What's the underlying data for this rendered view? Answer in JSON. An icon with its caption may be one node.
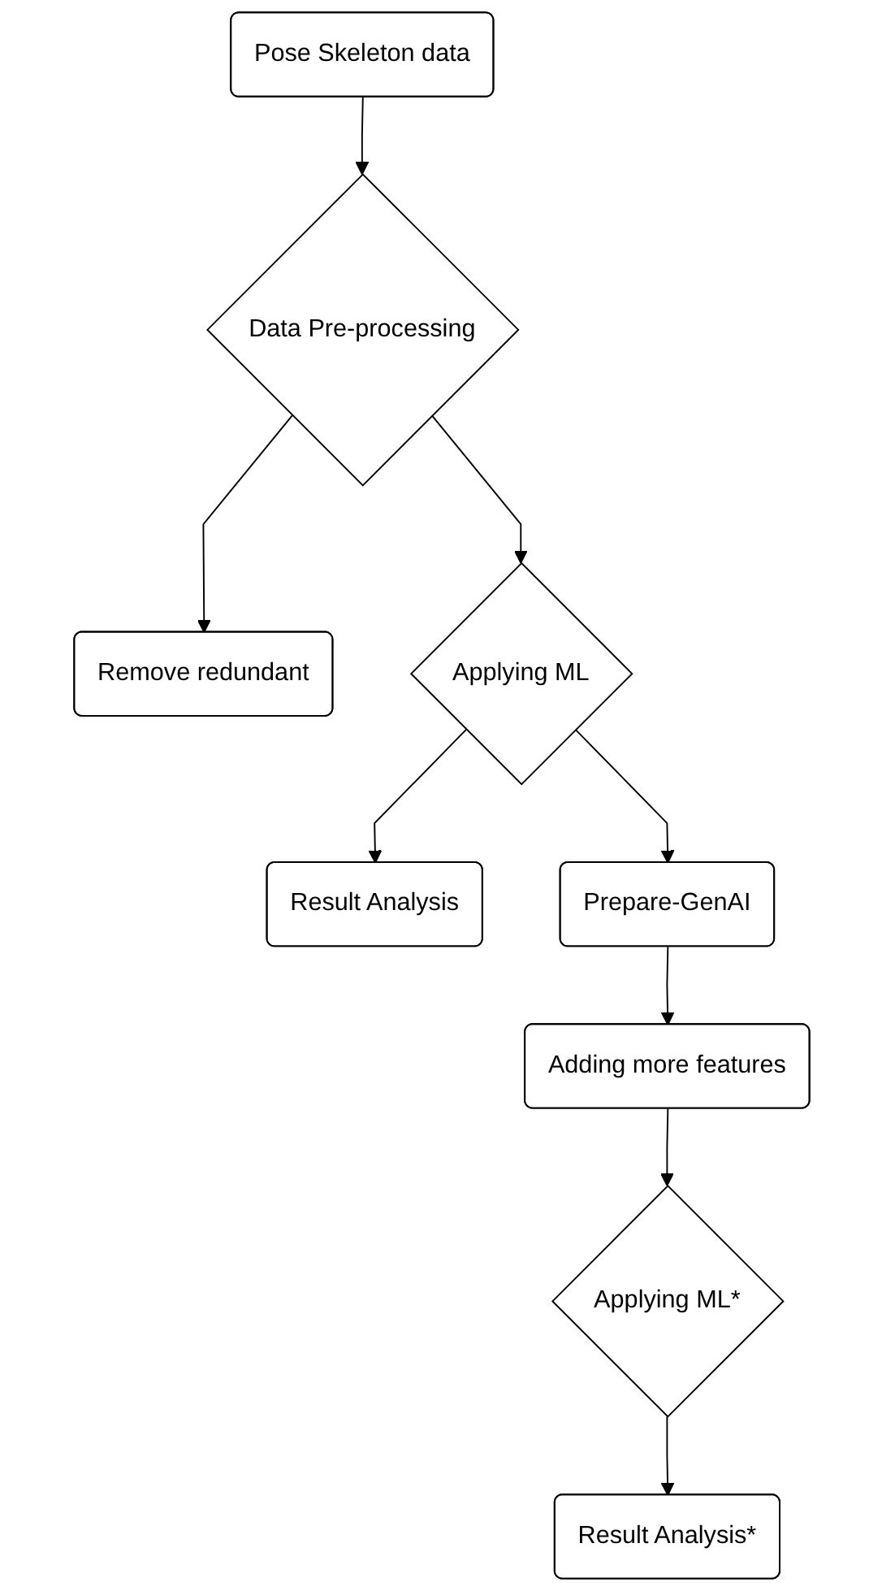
{
  "diagram": {
    "nodes": [
      {
        "text": [
          "Pose Skeleton data"
        ]
      },
      {
        "text": [
          "Data Pre-processing"
        ]
      },
      {
        "text": [
          "Remove redundant"
        ]
      },
      {
        "text": [
          "Applying ML"
        ]
      },
      {
        "text": [
          "Result Analysis"
        ]
      },
      {
        "text": [
          "Prepare-GenAI"
        ]
      },
      {
        "text": [
          "Adding more features"
        ]
      },
      {
        "text": [
          "Applying ML*"
        ]
      },
      {
        "text": [
          "Result Analysis*"
        ]
      }
    ],
    "edges": [
      {
        "from": 0,
        "to": 1,
        "arrow": "to"
      },
      {
        "from": 1,
        "to": 2,
        "arrow": "to"
      },
      {
        "from": 1,
        "to": 3,
        "arrow": "to"
      },
      {
        "from": 3,
        "to": 4,
        "arrow": "to"
      },
      {
        "from": 3,
        "to": 5,
        "arrow": "to"
      },
      {
        "from": 5,
        "to": 6,
        "arrow": "to"
      },
      {
        "from": 6,
        "to": 7,
        "arrow": "to"
      },
      {
        "from": 7,
        "to": 8,
        "arrow": "to"
      }
    ]
  }
}
